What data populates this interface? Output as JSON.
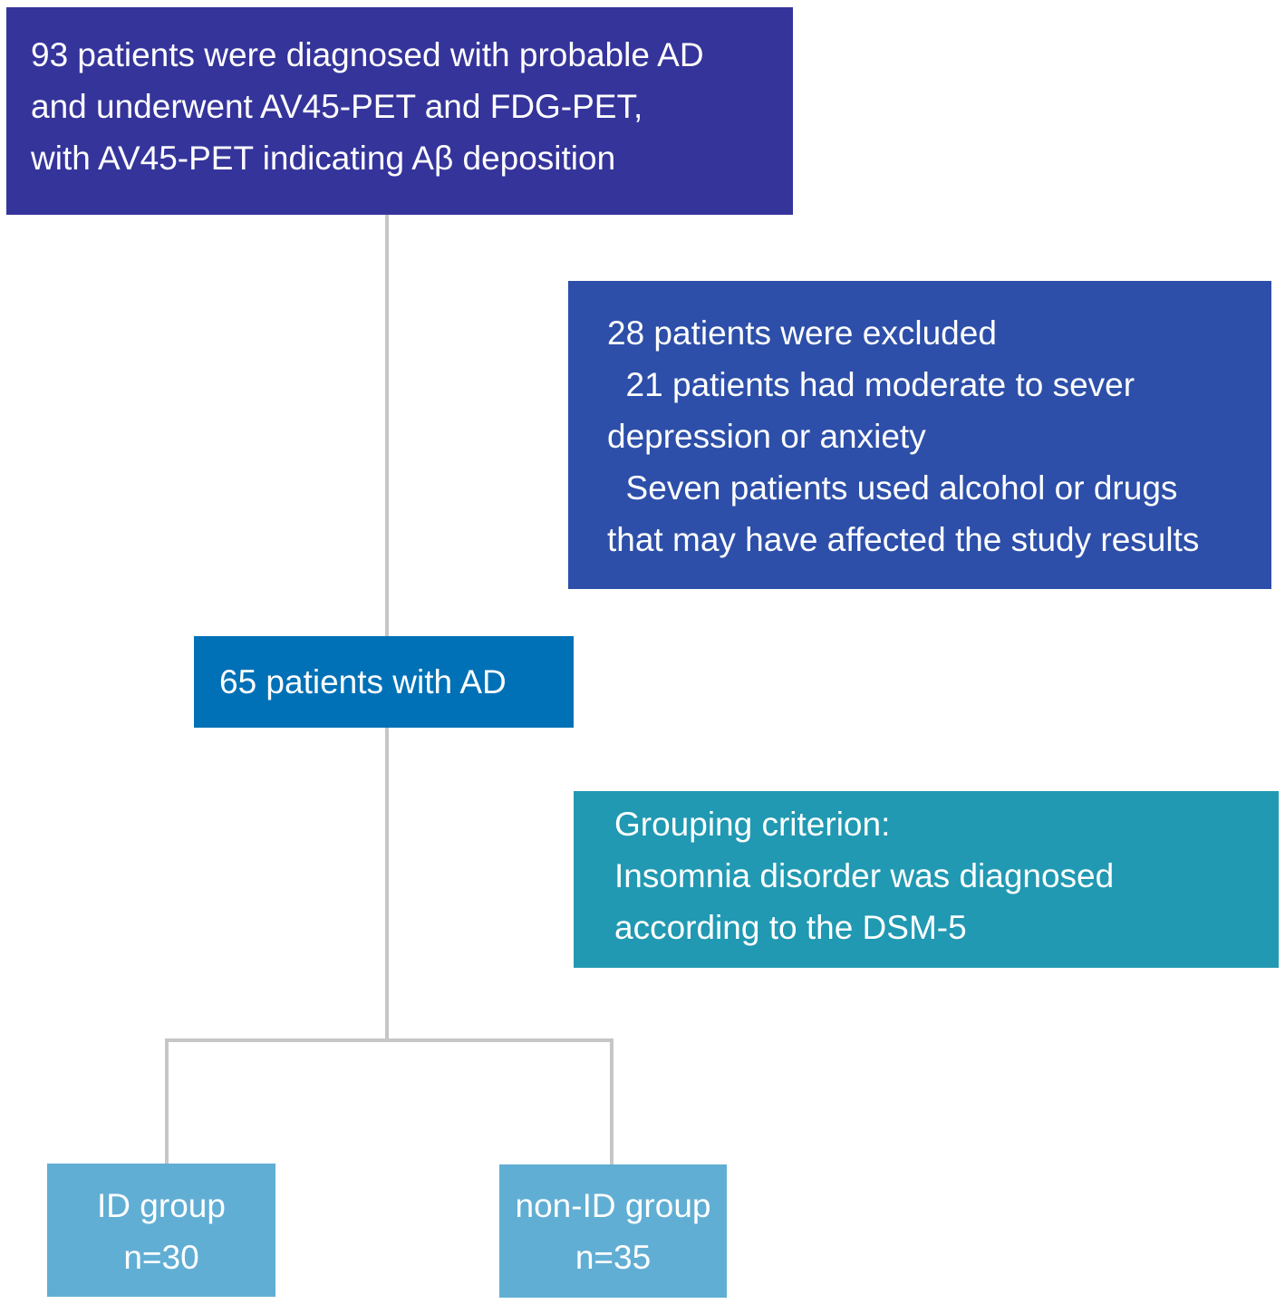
{
  "screening": {
    "lines": [
      "93 patients were diagnosed with probable AD",
      "and underwent AV45-PET and FDG-PET,",
      "with AV45-PET indicating Aβ deposition"
    ]
  },
  "exclusion": {
    "lines": [
      "28 patients were excluded",
      "  21 patients had moderate to sever",
      "depression or anxiety",
      "  Seven patients used alcohol or drugs",
      "that may have affected the study results"
    ]
  },
  "included": {
    "label": "65 patients with AD"
  },
  "grouping": {
    "lines": [
      "Grouping criterion:",
      "Insomnia disorder was diagnosed",
      "according to the DSM-5"
    ]
  },
  "groups": {
    "id": {
      "name": "ID group",
      "count": "n=30"
    },
    "non_id": {
      "name": "non-ID group",
      "count": "n=35"
    }
  },
  "colors": {
    "screening_box": "#35349b",
    "exclusion_box": "#2d4fa9",
    "included_box": "#0071b6",
    "grouping_box": "#2199b2",
    "group_box": "#61aed4",
    "connector": "#c6c6c6",
    "text": "#ffffff"
  }
}
